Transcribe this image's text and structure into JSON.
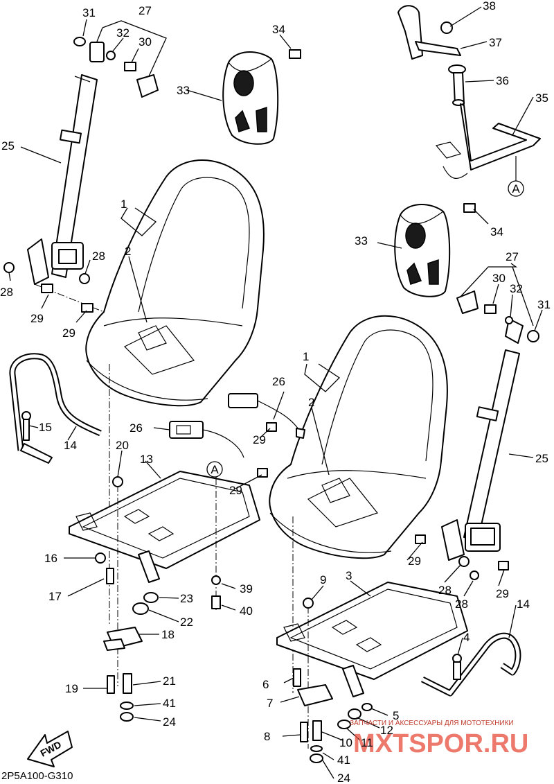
{
  "diagram": {
    "code": "2P5A100-G310",
    "fwd_text": "FWD",
    "ref_marker": "A",
    "watermark_caption": "ЗАПЧАСТИ И АКСЕССУАРЫ ДЛЯ МОТОТЕХНИКИ",
    "watermark_site": "MXTSPOR.RU",
    "callouts": [
      {
        "id": "c31a",
        "text": "31"
      },
      {
        "id": "c27a",
        "text": "27"
      },
      {
        "id": "c32a",
        "text": "32"
      },
      {
        "id": "c30a",
        "text": "30"
      },
      {
        "id": "c34a",
        "text": "34"
      },
      {
        "id": "c38",
        "text": "38"
      },
      {
        "id": "c37",
        "text": "37"
      },
      {
        "id": "c36",
        "text": "36"
      },
      {
        "id": "c35",
        "text": "35"
      },
      {
        "id": "c33a",
        "text": "33"
      },
      {
        "id": "c25a",
        "text": "25"
      },
      {
        "id": "c1a",
        "text": "1"
      },
      {
        "id": "c2a",
        "text": "2"
      },
      {
        "id": "c28a",
        "text": "28"
      },
      {
        "id": "c28b",
        "text": "28"
      },
      {
        "id": "c29a",
        "text": "29"
      },
      {
        "id": "c29b",
        "text": "29"
      },
      {
        "id": "c34b",
        "text": "34"
      },
      {
        "id": "c33b",
        "text": "33"
      },
      {
        "id": "c27b",
        "text": "27"
      },
      {
        "id": "c30b",
        "text": "30"
      },
      {
        "id": "c32b",
        "text": "32"
      },
      {
        "id": "c31b",
        "text": "31"
      },
      {
        "id": "c1b",
        "text": "1"
      },
      {
        "id": "c2b",
        "text": "2"
      },
      {
        "id": "c26a",
        "text": "26"
      },
      {
        "id": "c26b",
        "text": "26"
      },
      {
        "id": "c15",
        "text": "15"
      },
      {
        "id": "c14a",
        "text": "14"
      },
      {
        "id": "c20",
        "text": "20"
      },
      {
        "id": "c13",
        "text": "13"
      },
      {
        "id": "c29c",
        "text": "29"
      },
      {
        "id": "c29d",
        "text": "29"
      },
      {
        "id": "c25b",
        "text": "25"
      },
      {
        "id": "c16",
        "text": "16"
      },
      {
        "id": "c17",
        "text": "17"
      },
      {
        "id": "c23",
        "text": "23"
      },
      {
        "id": "c39",
        "text": "39"
      },
      {
        "id": "c40",
        "text": "40"
      },
      {
        "id": "c22",
        "text": "22"
      },
      {
        "id": "c18",
        "text": "18"
      },
      {
        "id": "c19",
        "text": "19"
      },
      {
        "id": "c21",
        "text": "21"
      },
      {
        "id": "c41a",
        "text": "41"
      },
      {
        "id": "c24a",
        "text": "24"
      },
      {
        "id": "c9",
        "text": "9"
      },
      {
        "id": "c3",
        "text": "3"
      },
      {
        "id": "c29e",
        "text": "29"
      },
      {
        "id": "c28c",
        "text": "28"
      },
      {
        "id": "c28d",
        "text": "28"
      },
      {
        "id": "c29f",
        "text": "29"
      },
      {
        "id": "c14b",
        "text": "14"
      },
      {
        "id": "c4",
        "text": "4"
      },
      {
        "id": "c6",
        "text": "6"
      },
      {
        "id": "c7",
        "text": "7"
      },
      {
        "id": "c5",
        "text": "5"
      },
      {
        "id": "c12",
        "text": "12"
      },
      {
        "id": "c8",
        "text": "8"
      },
      {
        "id": "c10",
        "text": "10"
      },
      {
        "id": "c11",
        "text": "11"
      },
      {
        "id": "c41b",
        "text": "41"
      },
      {
        "id": "c24b",
        "text": "24"
      }
    ]
  }
}
